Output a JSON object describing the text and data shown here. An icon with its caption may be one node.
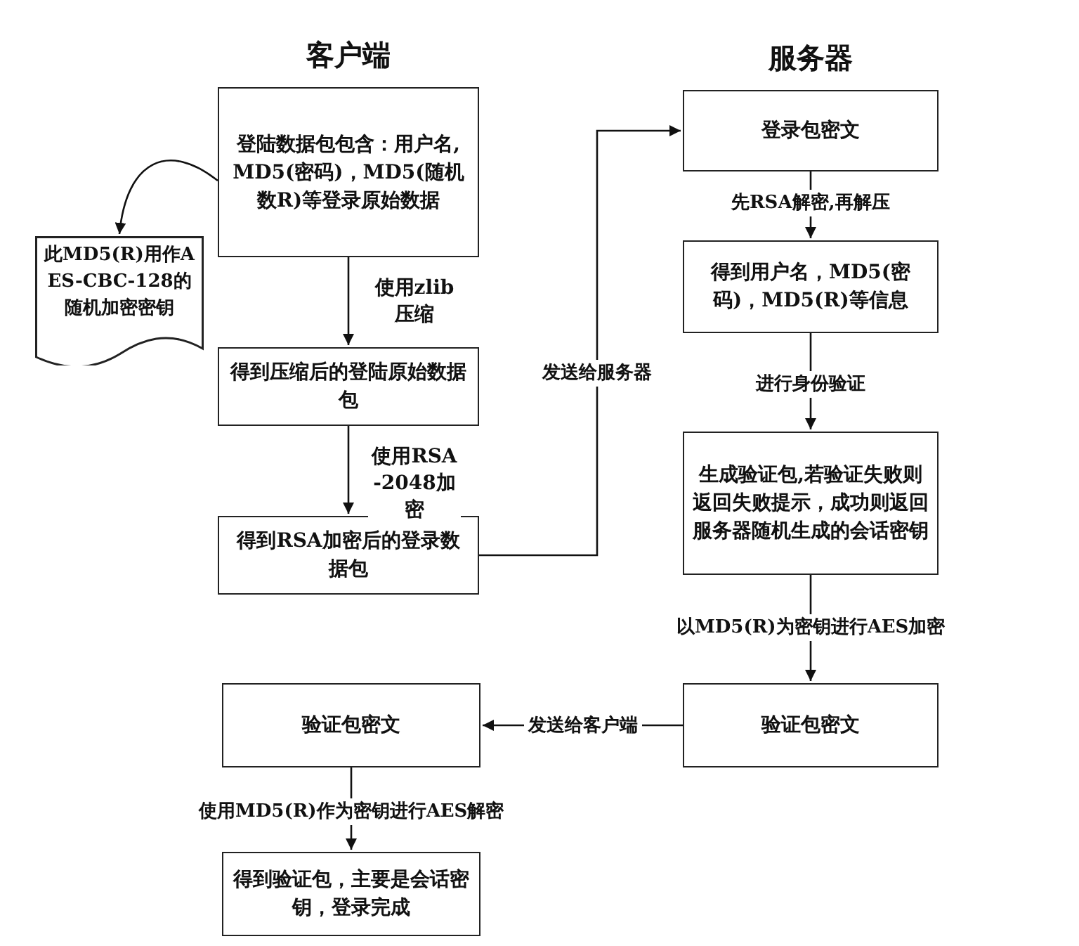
{
  "diagram": {
    "nodes": [
      {
        "text": [
          "登陆数据包包含：用户名,MD5(密码)，MD5(随机数R)等登录原始数据"
        ],
        "beside": [
          "客户端"
        ]
      },
      {
        "text": [
          "此MD5(R)用作AES-CBC-128的随机加密密钥"
        ]
      },
      {
        "text": [
          "得到压缩后的登陆原始数据包"
        ]
      },
      {
        "text": [
          "得到RSA加密后的登录数据包"
        ]
      },
      {
        "text": [
          "登录包密文"
        ],
        "beside": [
          "服务器"
        ]
      },
      {
        "text": [
          "得到用户名，MD5(密码)，MD5(R)等信息"
        ]
      },
      {
        "text": [
          "生成验证包,若验证失败则返回失败提示，成功则返回服务器随机生成的会话密钥"
        ]
      },
      {
        "text": [
          "验证包密文"
        ]
      },
      {
        "text": [
          "验证包密文"
        ]
      },
      {
        "text": [
          "得到验证包，主要是会话密钥，登录完成"
        ]
      }
    ],
    "edges": [
      {
        "from": 0,
        "to": 1,
        "arrow": "to"
      },
      {
        "from": 0,
        "to": 2,
        "arrow": "to",
        "label": "使用zlib压缩"
      },
      {
        "from": 2,
        "to": 3,
        "arrow": "to",
        "label": "使用RSA-2048加密"
      },
      {
        "from": 3,
        "to": 4,
        "arrow": "to",
        "label": "发送给服务器"
      },
      {
        "from": 4,
        "to": 5,
        "arrow": "to",
        "label": "先RSA解密,再解压"
      },
      {
        "from": 5,
        "to": 6,
        "arrow": "to",
        "label": "进行身份验证"
      },
      {
        "from": 6,
        "to": 7,
        "arrow": "to",
        "label": "以MD5(R)为密钥进行AES加密"
      },
      {
        "from": 7,
        "to": 8,
        "arrow": "to",
        "label": "发送给客户端"
      },
      {
        "from": 8,
        "to": 9,
        "arrow": "to",
        "label": "使用MD5(R)作为密钥进行AES解密"
      }
    ]
  }
}
